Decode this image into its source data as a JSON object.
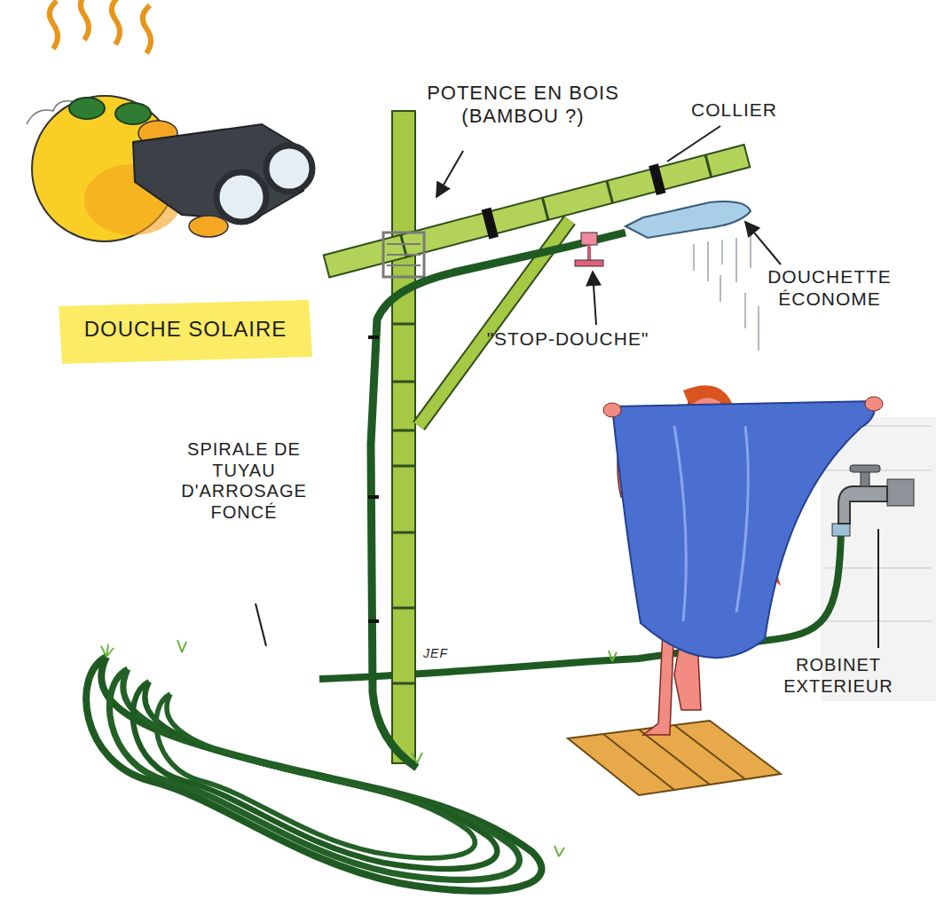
{
  "diagram": {
    "title": "DOUCHE SOLAIRE",
    "labels": [
      "POTENCE EN BOIS (BAMBOU ?)",
      "COLLIER",
      "DOUCHETTE ÉCONOME",
      "\"STOP-DOUCHE\"",
      "SPIRALE DE TUYAU D'ARROSAGE FONCÉ",
      "ROBINET EXTERIEUR",
      "JEF"
    ]
  }
}
